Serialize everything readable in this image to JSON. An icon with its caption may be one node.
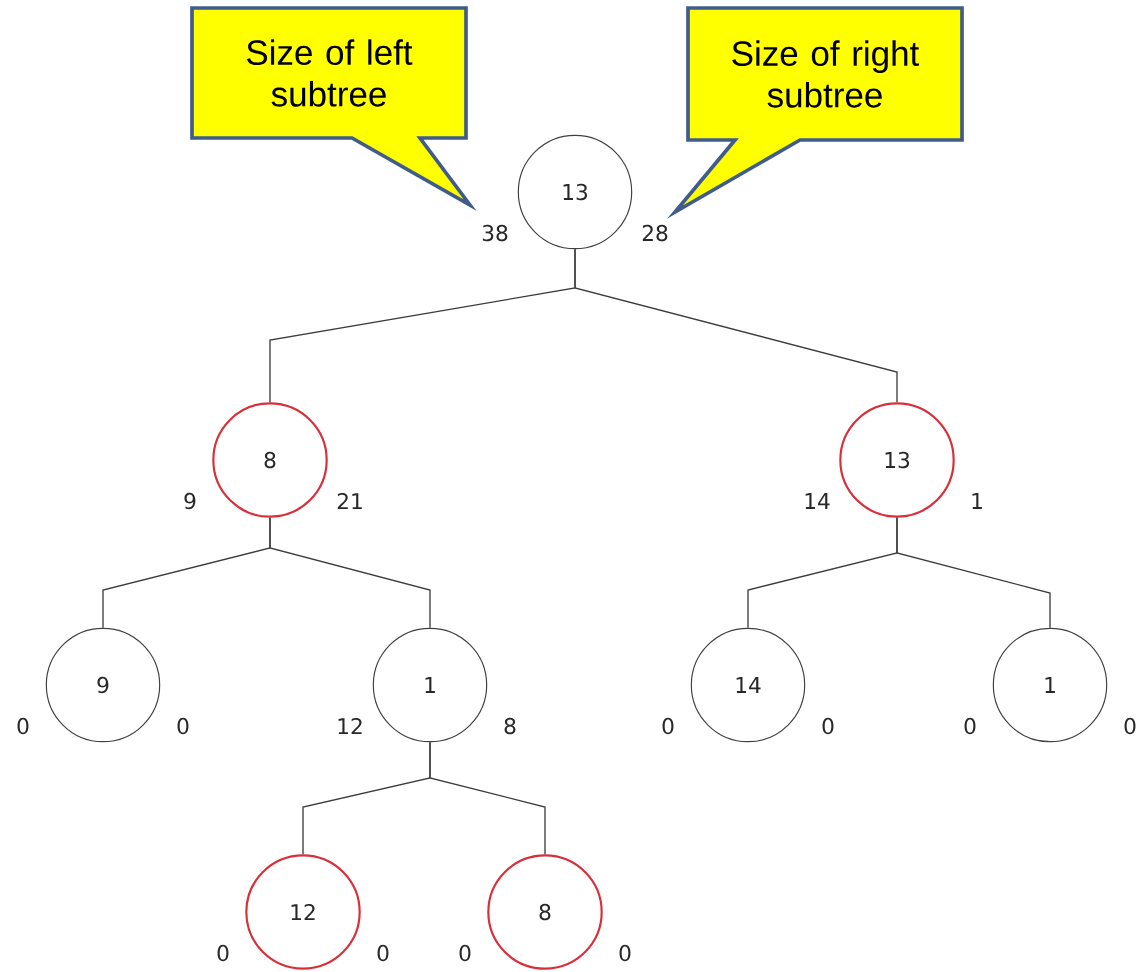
{
  "diagram": {
    "nodes": [
      {
        "text": [
          "Size of left subtree"
        ]
      },
      {
        "text": [
          "Size of right subtree"
        ]
      },
      {
        "text": [
          "13"
        ],
        "beside": [
          "38",
          "28"
        ]
      },
      {
        "text": [
          "8"
        ],
        "beside": [
          "9",
          "21"
        ]
      },
      {
        "text": [
          "13"
        ],
        "beside": [
          "14",
          "1"
        ]
      },
      {
        "text": [
          "9"
        ],
        "beside": [
          "0",
          "0"
        ]
      },
      {
        "text": [
          "1"
        ],
        "beside": [
          "12",
          "8"
        ]
      },
      {
        "text": [
          "14"
        ],
        "beside": [
          "0",
          "0"
        ]
      },
      {
        "text": [
          "1"
        ],
        "beside": [
          "0",
          "0"
        ]
      },
      {
        "text": [
          "12"
        ],
        "beside": [
          "0",
          "0"
        ]
      },
      {
        "text": [
          "8"
        ],
        "beside": [
          "0",
          "0"
        ]
      }
    ],
    "edges": [
      {
        "from": 2,
        "to": 3,
        "arrow": "none"
      },
      {
        "from": 2,
        "to": 4,
        "arrow": "none"
      },
      {
        "from": 3,
        "to": 5,
        "arrow": "none"
      },
      {
        "from": 3,
        "to": 6,
        "arrow": "none"
      },
      {
        "from": 4,
        "to": 7,
        "arrow": "none"
      },
      {
        "from": 4,
        "to": 8,
        "arrow": "none"
      },
      {
        "from": 6,
        "to": 9,
        "arrow": "none"
      },
      {
        "from": 6,
        "to": 10,
        "arrow": "none"
      }
    ]
  }
}
